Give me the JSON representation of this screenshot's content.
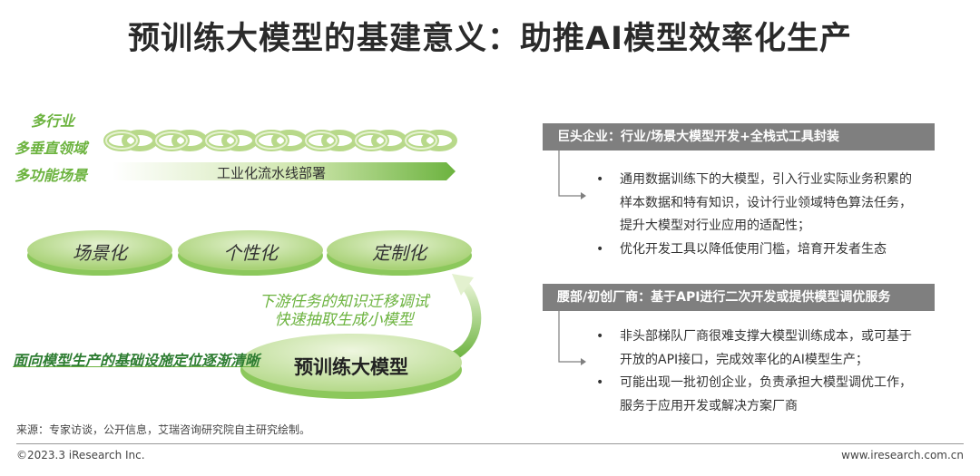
{
  "title": "预训练大模型的基建意义：助推AI模型效率化生产",
  "left": {
    "labels": [
      "多行业",
      "多垂直领域",
      "多功能场景"
    ],
    "pipeline_text": "工业化流水线部署",
    "ovals": [
      "场景化",
      "个性化",
      "定制化"
    ],
    "transfer_line1": "下游任务的知识迁移调试",
    "transfer_line2": "快速抽取生成小模型",
    "guide_text": "面向模型生产的基础设施定位逐渐清晰",
    "base_model": "预训练大模型"
  },
  "right": {
    "section1": {
      "header": "巨头企业：行业/场景大模型开发+全栈式工具封装",
      "bullets": [
        [
          "通用数据训练下的大模型，引入行业实际业务积累的",
          "样本数据和特有知识，设计行业领域特色算法任务，",
          "提升大模型对行业应用的适配性；"
        ],
        [
          "优化开发工具以降低使用门槛，培育开发者生态"
        ]
      ]
    },
    "section2": {
      "header": "腰部/初创厂商：基于API进行二次开发或提供模型调优服务",
      "bullets": [
        [
          "非头部梯队厂商很难支撑大模型训练成本，或可基于",
          "开放的API接口，完成效率化的AI模型生产；"
        ],
        [
          "可能出现一批初创企业，负责承担大模型调优工作，",
          "服务于应用开发或解决方案厂商"
        ]
      ]
    }
  },
  "source": "来源：专家访谈，公开信息，艾瑞咨询研究院自主研究绘制。",
  "footer": {
    "copyright": "©2023.3 iResearch Inc.",
    "website": "www.iresearch.com.cn"
  },
  "colors": {
    "green": "#6cb33f",
    "light_green": "#c9e39a",
    "header_gray": "#7f7f7f"
  }
}
